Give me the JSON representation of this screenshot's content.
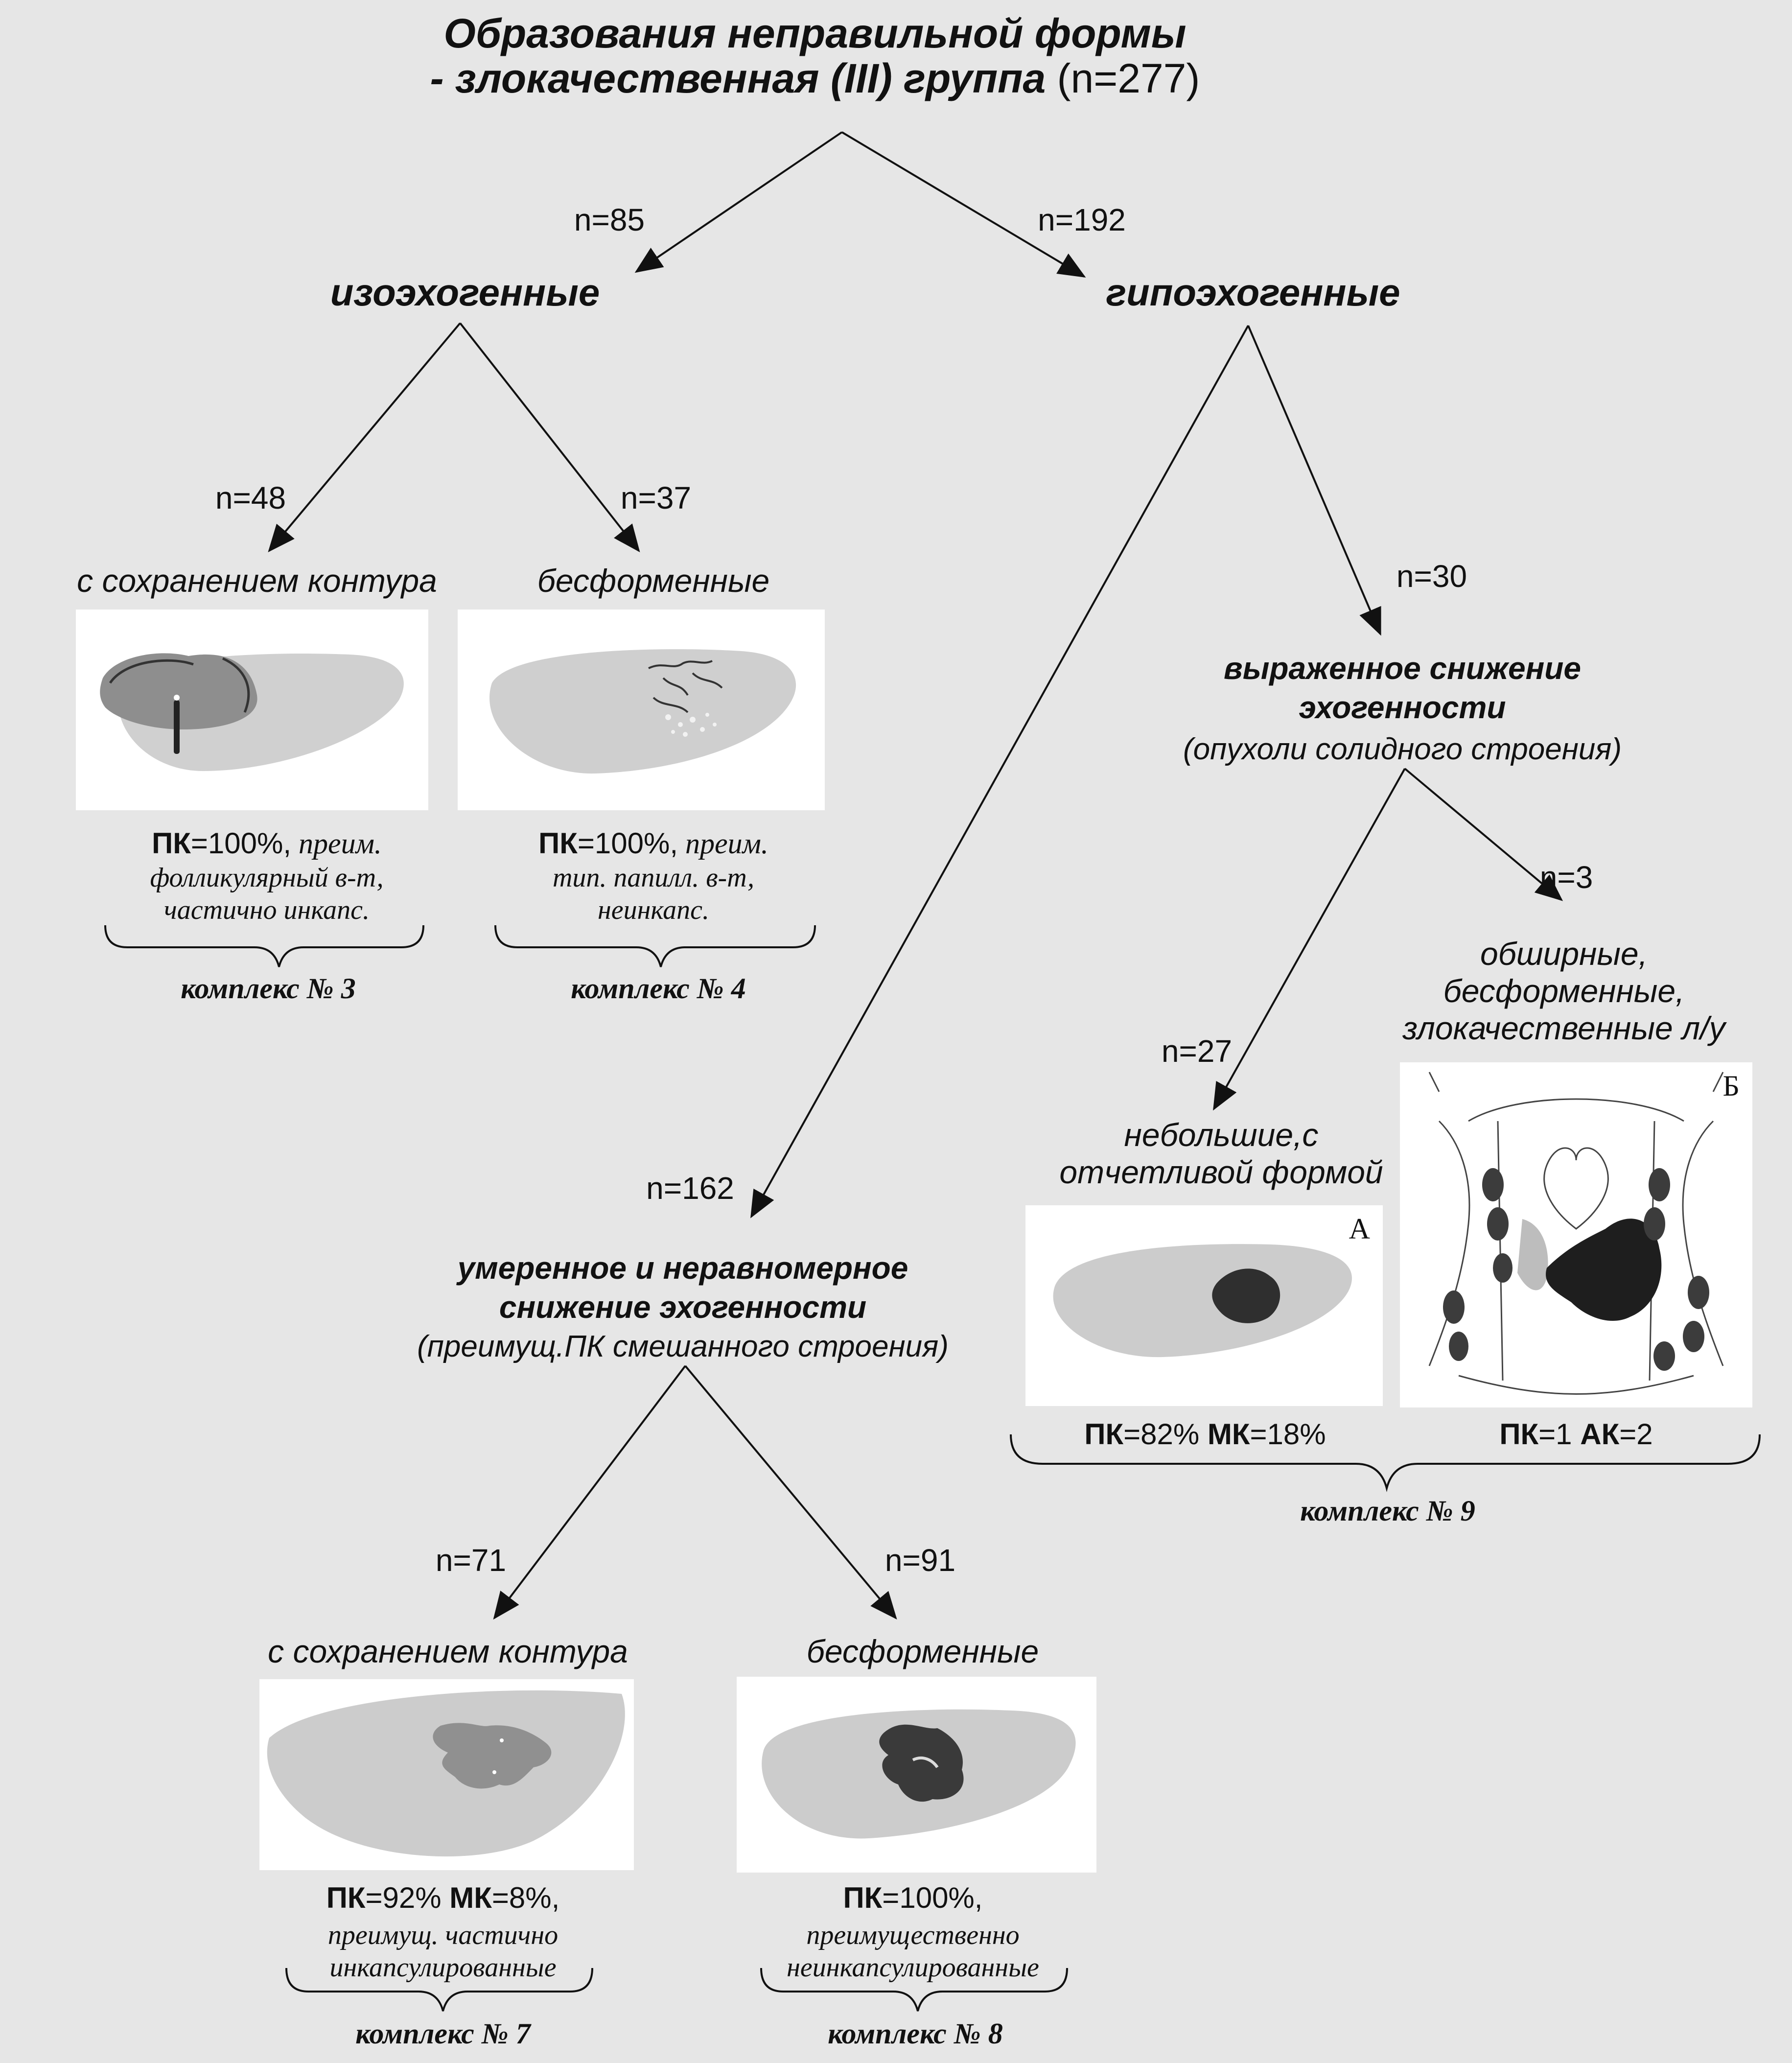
{
  "title": {
    "line1": "Образования неправильной формы",
    "line2": "- злокачественная (III) группа",
    "count": "(n=277)"
  },
  "branches": {
    "iso": {
      "count": "n=85",
      "label": "изоэхогенные"
    },
    "hypo": {
      "count": "n=192",
      "label": "гипоэхогенные"
    }
  },
  "iso_children": {
    "contour": {
      "count": "n=48",
      "label": "с сохранением контура",
      "stat_pk_key": "ПК",
      "stat_pk_val": "=100%,",
      "note1": "преим.",
      "note2": "фолликулярный в-т,",
      "note3": "частично инкапс.",
      "complex": "комплекс № 3"
    },
    "shapeless": {
      "count": "n=37",
      "label": "бесформенные",
      "stat_pk_key": "ПК",
      "stat_pk_val": "=100%,",
      "note1": "преим.",
      "note2": "тип. папилл. в-т,",
      "note3": "неинкапс.",
      "complex": "комплекс № 4"
    }
  },
  "hypo_children": {
    "strong": {
      "count": "n=30",
      "line1": "выраженное снижение",
      "line2": "эхогенности",
      "sub": "(опухоли солидного строения)"
    },
    "moderate": {
      "count": "n=162",
      "line1": "умеренное и неравномерное",
      "line2": "снижение эхогенности",
      "sub": "(преимущ.ПК смешанного строения)"
    }
  },
  "strong_children": {
    "small": {
      "count": "n=27",
      "line1": "небольшие,с",
      "line2": "отчетливой формой",
      "corner": "А",
      "pk_key": "ПК",
      "pk_val": "=82%",
      "mk_key": "МК",
      "mk_val": "=18%"
    },
    "extensive": {
      "count": "n=3",
      "line1": "обширные,",
      "line2": "бесформенные,",
      "line3": "злокачественные л/у",
      "corner": "Б",
      "pk_key": "ПК",
      "pk_val": "=1",
      "ak_key": "АК",
      "ak_val": "=2"
    },
    "complex": "комплекс № 9"
  },
  "moderate_children": {
    "contour": {
      "count": "n=71",
      "label": "с сохранением контура",
      "pk_key": "ПК",
      "pk_val": "=92%",
      "mk_key": "МК",
      "mk_val": "=8%,",
      "note1": "преимущ. частично",
      "note2": "инкапсулированные",
      "complex": "комплекс № 7"
    },
    "shapeless": {
      "count": "n=91",
      "label": "бесформенные",
      "pk_key": "ПК",
      "pk_val": "=100%,",
      "note1": "преимущественно",
      "note2": "неинкапсулированные",
      "complex": "комплекс № 8"
    }
  }
}
